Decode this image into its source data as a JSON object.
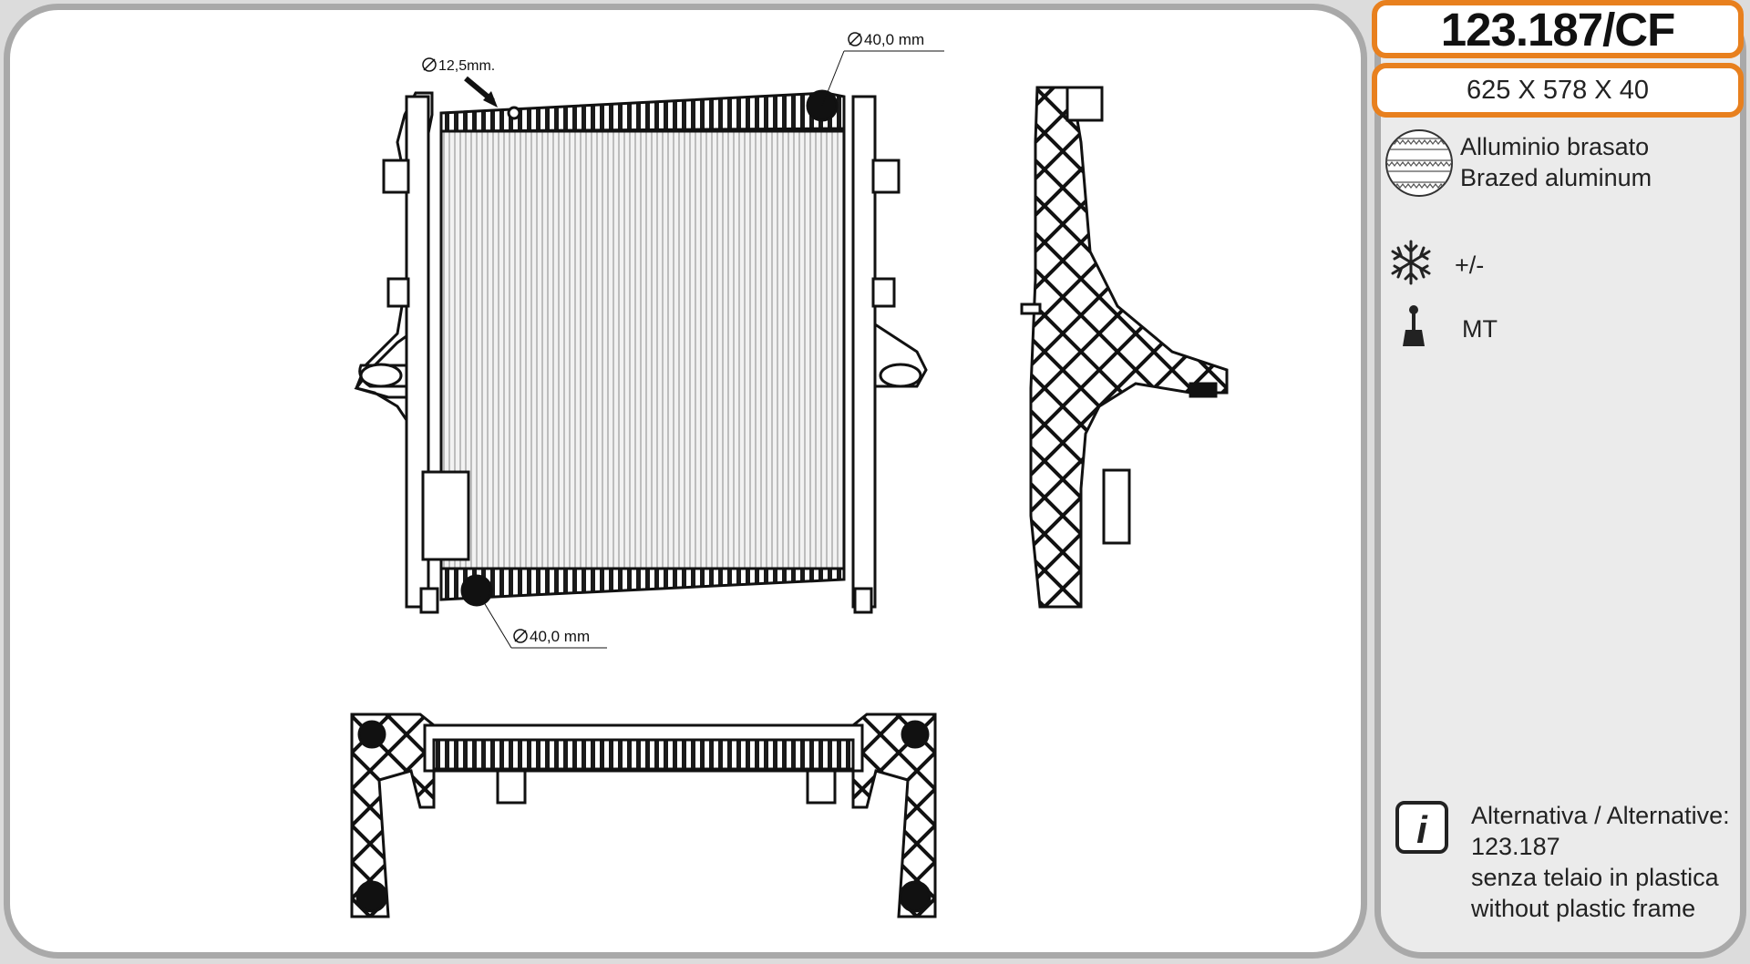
{
  "product": {
    "code": "123.187/CF",
    "dimensions": "625 X 578 X 40"
  },
  "material": {
    "line1": "Alluminio brasato",
    "line2": "Brazed aluminum",
    "icon": "radiator-core-icon"
  },
  "cooling": {
    "icon": "snowflake-icon",
    "text": "+/-"
  },
  "transmission": {
    "icon": "gear-shift-icon",
    "text": "MT"
  },
  "alternative": {
    "icon": "info-icon",
    "line1": "Alternativa / Alternative:",
    "line2": "123.187",
    "line3": "senza telaio in plastica",
    "line4": "without plastic frame"
  },
  "drawing": {
    "label_port_small": "12,5mm.",
    "label_port_top": "40,0 mm",
    "label_port_bottom": "40,0 mm"
  },
  "colors": {
    "accent": "#e8801e",
    "border": "#a9a9a9",
    "panel_right": "#ebebeb"
  }
}
